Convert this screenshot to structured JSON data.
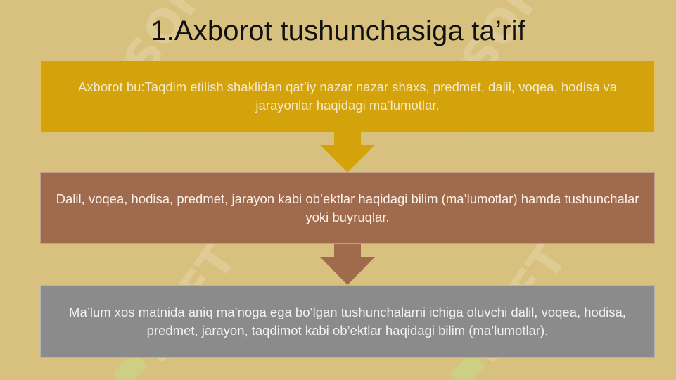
{
  "slide": {
    "title": "1.Axborot tushunchasiga ta’rif"
  },
  "flow": {
    "steps": [
      {
        "text": "Axborot bu:Taqdim etilish shaklidan qat’iy nazar nazar shaxs, predmet, dalil, voqea, hodisa va jarayonlar haqidagi ma’lumotlar.",
        "color": "#d4a20a"
      },
      {
        "text": "Dalil, voqea, hodisa, predmet, jarayon kabi ob’ektlar haqidagi bilim (ma’lumotlar) hamda tushunchalar yoki buyruqlar.",
        "color": "#a06a4c"
      },
      {
        "text": "Ma’lum xos matnida aniq ma’noga ega bo‘lgan tushunchalarni ichiga oluvchi dalil, voqea, hodisa, predmet, jarayon, taqdimot kabi ob’ektlar haqidagi bilim (ma’lumotlar).",
        "color": "#8b8b8b"
      }
    ],
    "arrow_colors": [
      "#d4a20a",
      "#a06a4c"
    ]
  },
  "watermark": {
    "text": "SOFT",
    "logo_color": "#b7d46a"
  }
}
